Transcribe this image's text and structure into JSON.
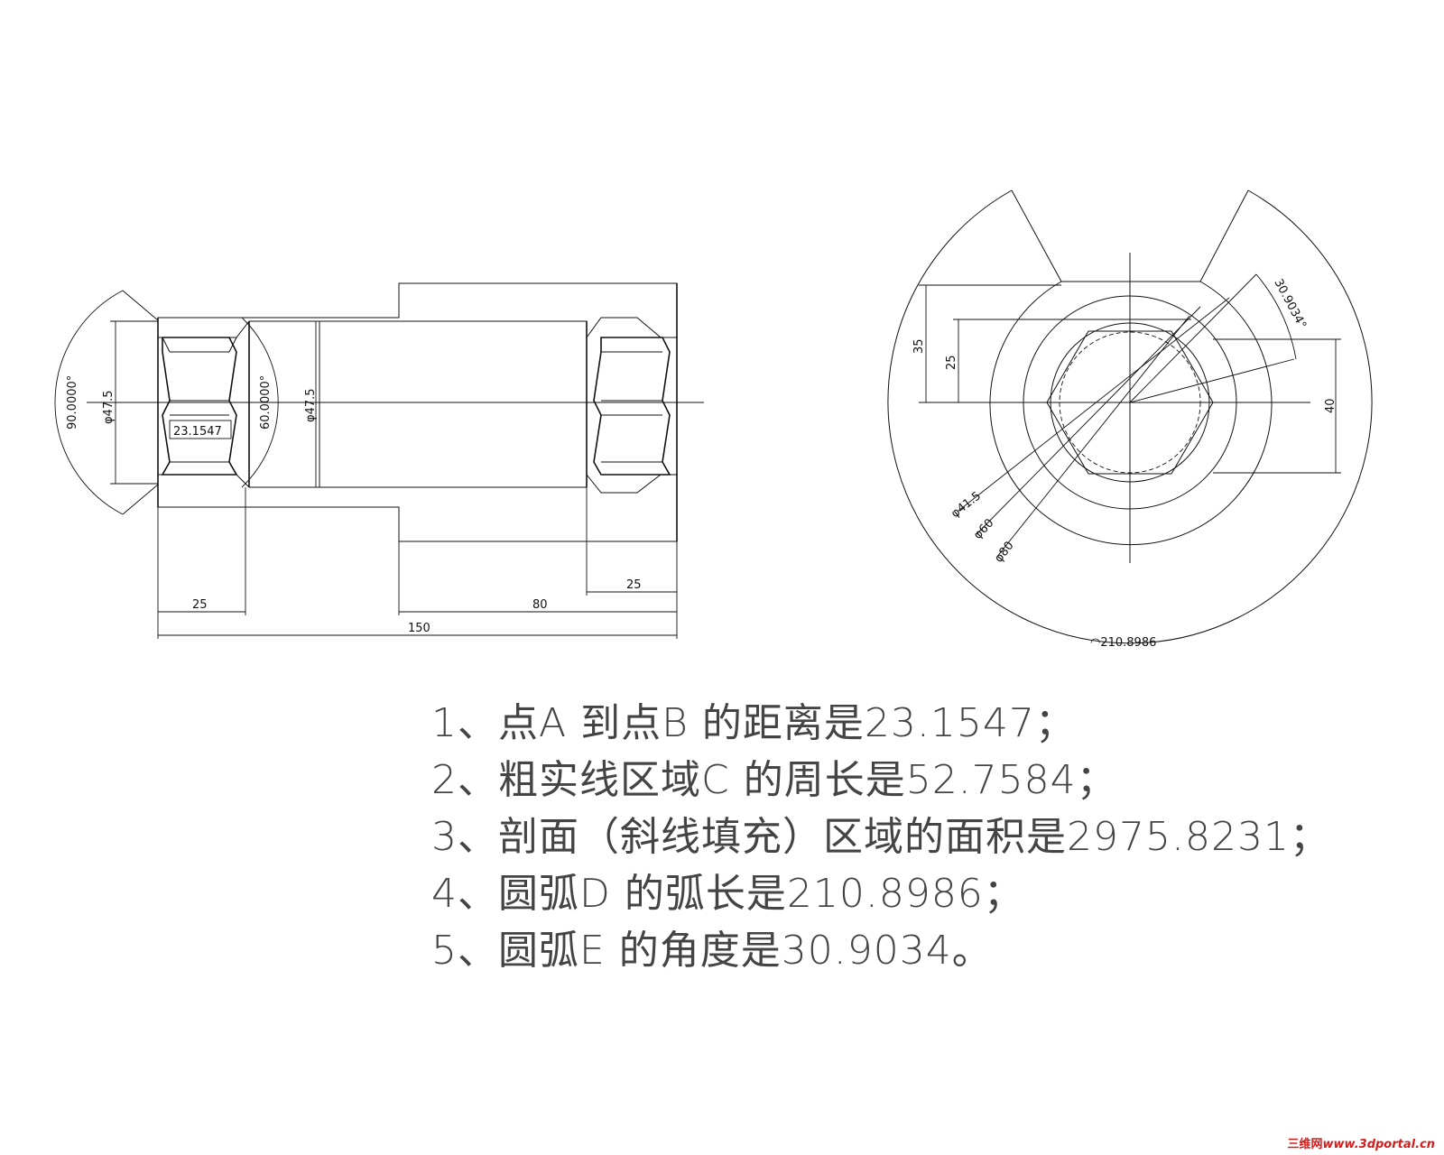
{
  "left_view": {
    "dims": {
      "angle_90": "90.0000°",
      "angle_60": "60.0000°",
      "dia_left": "φ47.5",
      "dia_mid": "φ47.5",
      "ab_distance": "23.1547",
      "len_25_left": "25",
      "len_80": "80",
      "len_25_right": "25",
      "len_150": "150"
    }
  },
  "right_view": {
    "dims": {
      "arc_angle": "30.9034°",
      "h35": "35",
      "h25": "25",
      "h40": "40",
      "dia415": "φ41.5",
      "dia60": "φ60",
      "dia80": "φ80",
      "arc_len": "◠210.8986"
    }
  },
  "notes": [
    "1、点A 到点B 的距离是23.1547；",
    "2、粗实线区域C 的周长是52.7584；",
    "3、剖面（斜线填充）区域的面积是2975.8231；",
    "4、圆弧D 的弧长是210.8986；",
    "5、圆弧E 的角度是30.9034。"
  ],
  "watermark": {
    "brand": "三维网",
    "url": "www.3dportal.cn"
  }
}
